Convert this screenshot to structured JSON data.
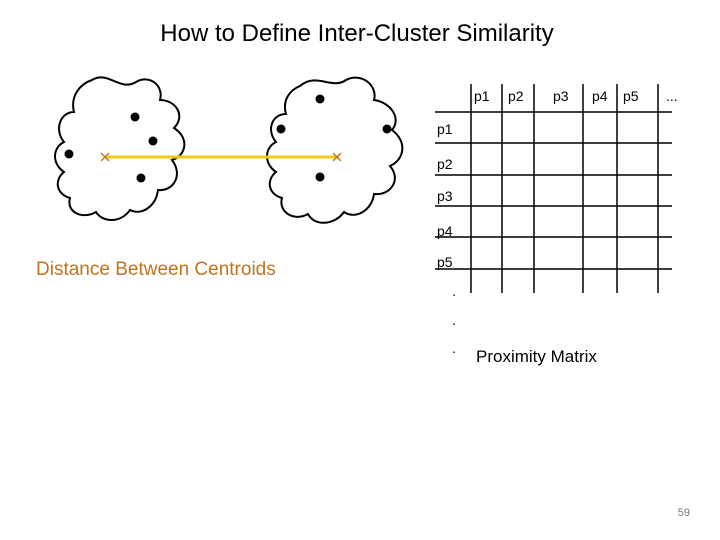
{
  "slide": {
    "title": "How to Define Inter-Cluster Similarity",
    "caption": "Distance Between Centroids",
    "page_number": "59"
  },
  "matrix": {
    "column_headers": [
      "p1",
      "p2",
      "p3",
      "p4",
      "p5",
      "..."
    ],
    "row_headers": [
      "p1",
      "p2",
      "p3",
      "p4",
      "p5"
    ],
    "row_continuation": [
      ".",
      ".",
      "."
    ],
    "caption": "Proximity Matrix"
  },
  "colors": {
    "centroid_link": "#f5c518",
    "caption_text": "#c0731f",
    "outline": "#000000"
  }
}
